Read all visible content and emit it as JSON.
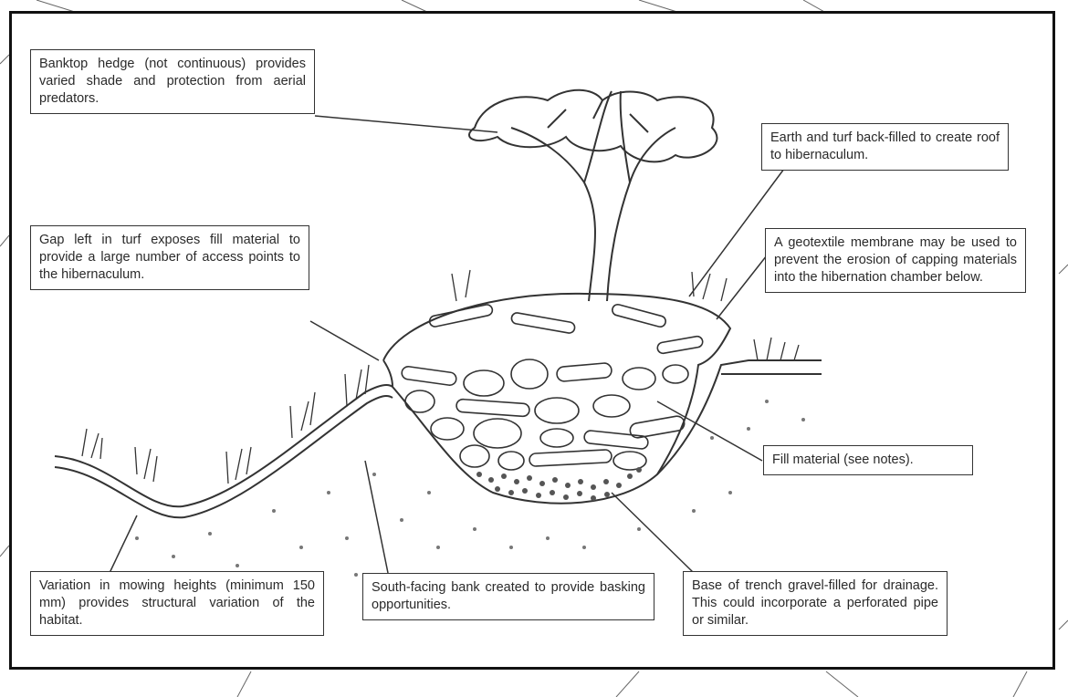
{
  "labels": {
    "hedge": "Banktop hedge (not continuous) provides varied shade and protection from aerial predators.",
    "roof": "Earth and turf back-filled to create roof to hibernaculum.",
    "gap": "Gap left in turf exposes fill material to provide a large number of access points to the hibernaculum.",
    "geotextile": "A geotextile membrane may be used to prevent the erosion of capping materials into the hibernation chamber below.",
    "fill": "Fill material (see notes).",
    "mowing": "Variation in mowing heights (minimum 150 mm) provides structural variation of the habitat.",
    "bank": "South-facing bank created to provide basking opportunities.",
    "base": "Base of trench gravel-filled for drainage.  This could incorporate a perforated pipe or similar."
  },
  "colors": {
    "ink": "#2a2a2a",
    "frame": "#111111",
    "background": "#ffffff"
  }
}
